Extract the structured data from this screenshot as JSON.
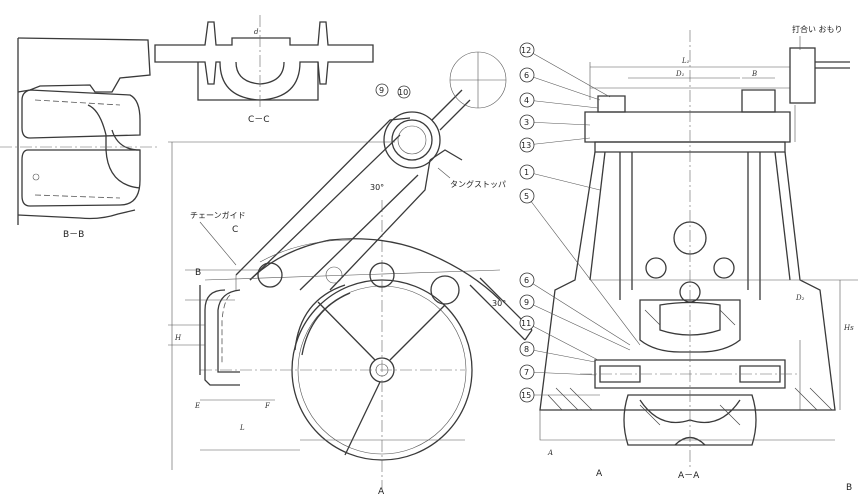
{
  "views": {
    "bb_label": "B－B",
    "cc_label": "C－C",
    "aa_label": "A－A"
  },
  "annotations": {
    "chain_guide": "チェーンガイド",
    "tang_stop": "タングストッパ",
    "fit_note": "打合い おもり",
    "angle": "30°",
    "section_a_bottom": "A",
    "section_a_top": "A",
    "section_b": "B",
    "section_c": "C",
    "side_mark": "B"
  },
  "balloons": [
    "12",
    "6",
    "4",
    "3",
    "13",
    "1",
    "5",
    "6",
    "9",
    "11",
    "8",
    "7",
    "15"
  ],
  "left_balloons": [
    "9",
    "10"
  ],
  "dimensions": {
    "L1": "L₁",
    "D1": "D₁",
    "D2": "D₂",
    "B": "B",
    "Hs": "Hs",
    "A": "A",
    "H": "H",
    "L": "L",
    "F": "F",
    "E": "E",
    "d": "d"
  }
}
